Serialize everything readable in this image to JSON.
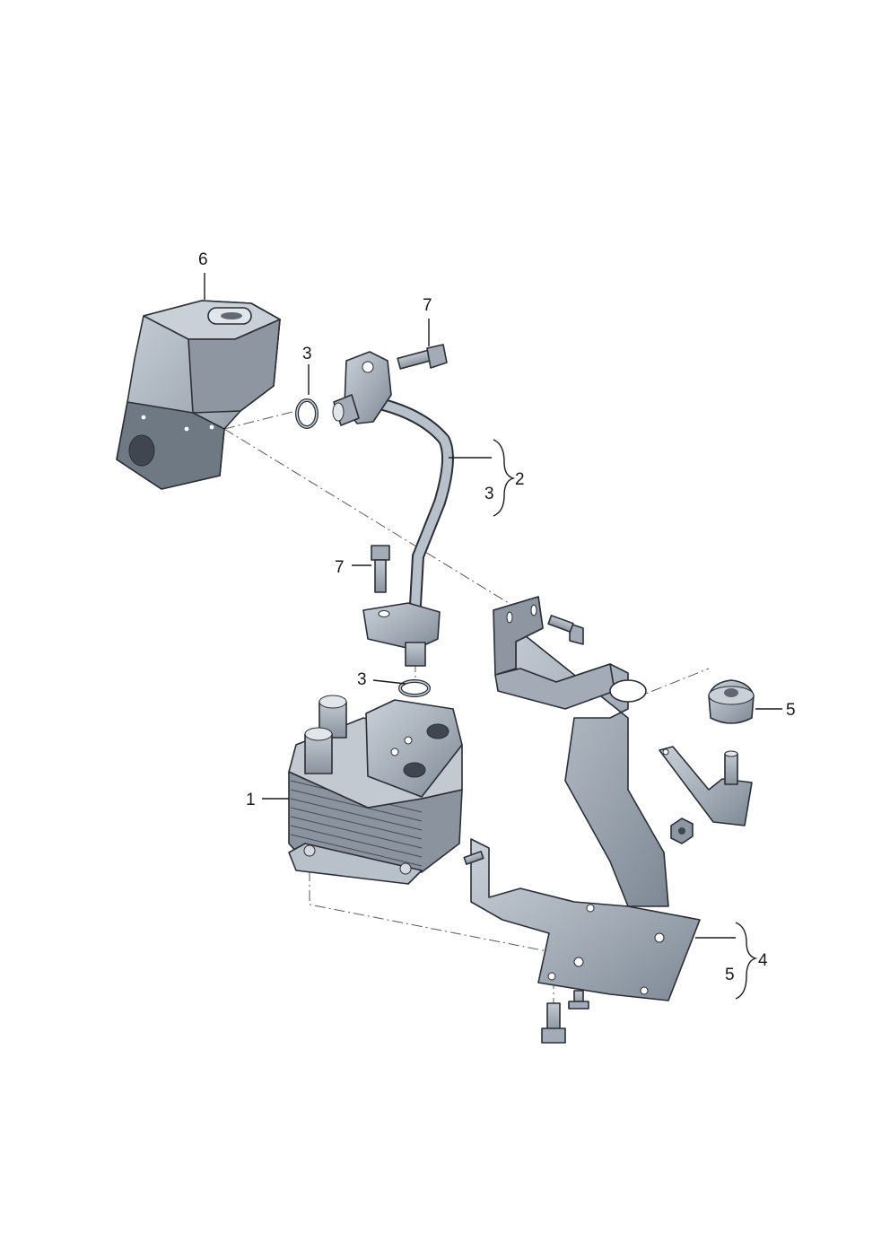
{
  "callouts": {
    "c1": "1",
    "c2": "2",
    "c3_seal_top": "3",
    "c3_brace_top": "3",
    "c3_seal_mid": "3",
    "c4": "4",
    "c5_mount": "5",
    "c5_brace": "5",
    "c6": "6",
    "c7_top": "7",
    "c7_mid": "7"
  },
  "colors": {
    "part_fill": "#a3acb6",
    "part_light": "#c9d0d8",
    "part_dark": "#6f7984",
    "line": "#2a2f36",
    "background": "#ffffff"
  }
}
